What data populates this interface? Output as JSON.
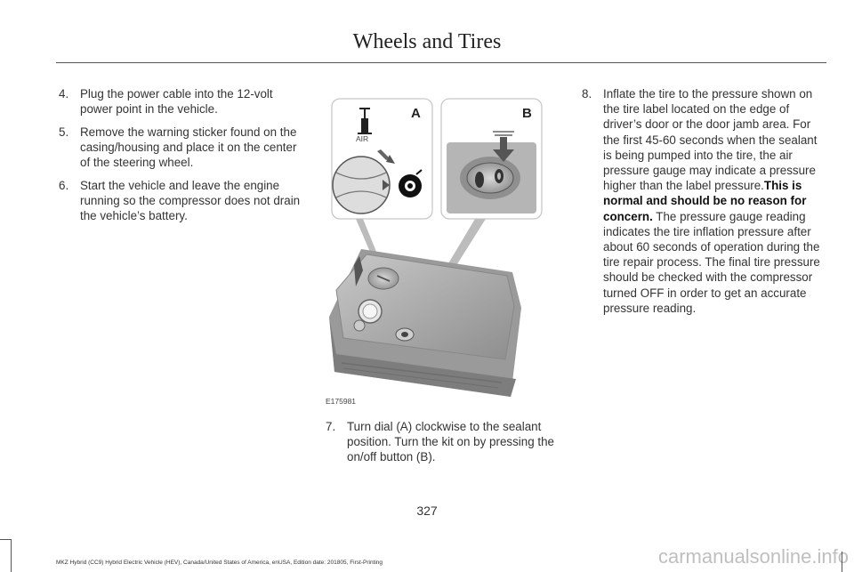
{
  "header": {
    "title": "Wheels and Tires"
  },
  "steps_left": [
    {
      "num": "4.",
      "text": "Plug the power cable into the 12-volt power point in the vehicle."
    },
    {
      "num": "5.",
      "text": "Remove the warning sticker found on the casing/housing and place it on the center of the steering wheel."
    },
    {
      "num": "6.",
      "text": "Start the vehicle and leave the engine running so the compressor does not drain the vehicle’s battery."
    }
  ],
  "step_7": {
    "num": "7.",
    "text": "Turn dial (A) clockwise to the sealant position. Turn the kit on by pressing the on/off button (B)."
  },
  "step_8": {
    "num": "8.",
    "text_before": "Inflate the tire to the pressure shown on the tire label located on the edge of driver’s door or the door jamb area. For the first 45-60 seconds when the sealant is being pumped into the tire, the air pressure gauge may indicate a pressure higher than the label pressure.",
    "text_bold": "This is normal and should be no reason for concern.",
    "text_after": " The pressure gauge reading indicates the tire inflation pressure after about 60 seconds of operation during the tire repair process. The final tire pressure should be checked with the compressor turned OFF in order to get an accurate pressure reading."
  },
  "figure": {
    "callout_a": "A",
    "callout_b": "B",
    "air_label": "AIR",
    "figure_id": "E175981"
  },
  "page_number": "327",
  "footer": "MKZ Hybrid (CC9) Hybrid Electric Vehicle (HEV), Canada/United States of America, enUSA, Edition date: 201805, First-Printing",
  "watermark": "carmanualsonline.info",
  "colors": {
    "text": "#333333",
    "rule": "#555555",
    "device": "#a9a9a9",
    "watermark": "#bfbfbf"
  }
}
